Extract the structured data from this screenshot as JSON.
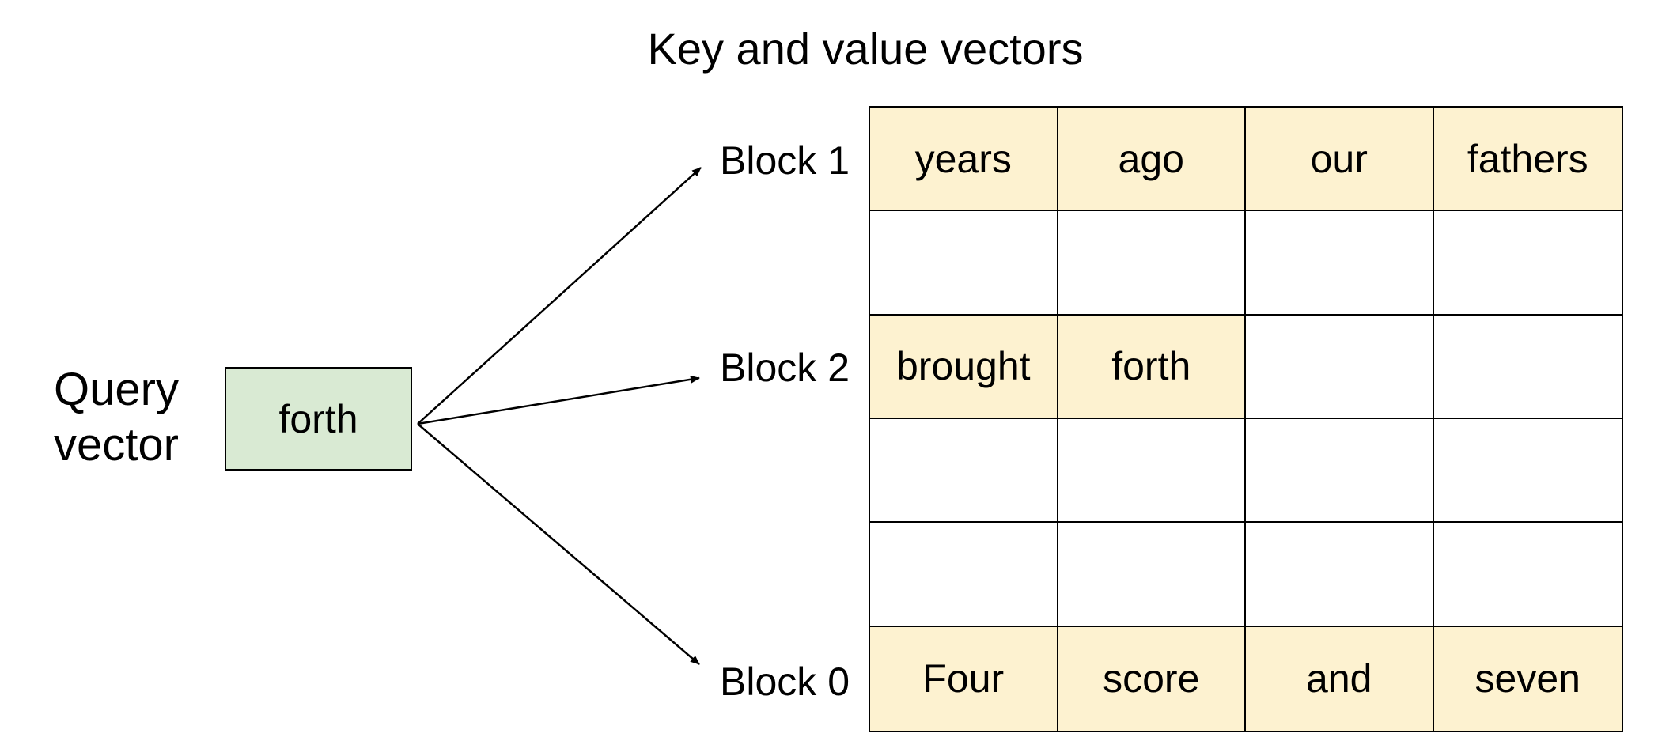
{
  "title": "Key and value vectors",
  "query": {
    "label_line1": "Query",
    "label_line2": "vector",
    "token": "forth"
  },
  "blocks": [
    {
      "label": "Block 1"
    },
    {
      "label": "Block 2"
    },
    {
      "label": "Block 0"
    }
  ],
  "grid_rows": [
    {
      "cells": [
        "years",
        "ago",
        "our",
        "fathers"
      ],
      "filled": [
        true,
        true,
        true,
        true
      ]
    },
    {
      "cells": [
        "",
        "",
        "",
        ""
      ],
      "filled": [
        false,
        false,
        false,
        false
      ]
    },
    {
      "cells": [
        "brought",
        "forth",
        "",
        ""
      ],
      "filled": [
        true,
        true,
        false,
        false
      ]
    },
    {
      "cells": [
        "",
        "",
        "",
        ""
      ],
      "filled": [
        false,
        false,
        false,
        false
      ]
    },
    {
      "cells": [
        "",
        "",
        "",
        ""
      ],
      "filled": [
        false,
        false,
        false,
        false
      ]
    },
    {
      "cells": [
        "Four",
        "score",
        "and",
        "seven"
      ],
      "filled": [
        true,
        true,
        true,
        true
      ]
    }
  ],
  "colors": {
    "query_fill": "#d9ead3",
    "filled_cell": "#fdf2d0",
    "stroke": "#000000"
  }
}
